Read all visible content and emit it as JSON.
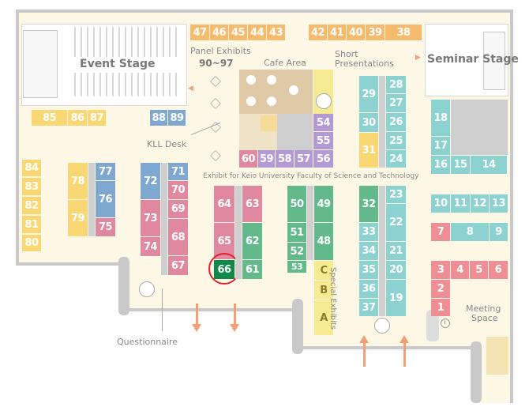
{
  "labels": {
    "event_stage": "Event Stage",
    "panel_exhibits": "Panel Exhibits",
    "panel_range": "90~97",
    "cafe_area": "Cafe Area",
    "short_presentations_1": "Short",
    "short_presentations_2": "Presentations",
    "seminar_stage": "Seminar Stage",
    "kll_desk": "KLL Desk",
    "keio_exhibit": "Exhibit for Keio University Faculty of Science and Technology",
    "special_exhibits": "Special Exhibits",
    "questionnaire": "Questionnaire",
    "meeting_1": "Meeting",
    "meeting_2": "Space",
    "info_glyph": "i",
    "arrow_left": "◀",
    "arrow_right": "▶"
  },
  "booths": {
    "b47": "47",
    "b46": "46",
    "b45": "45",
    "b44": "44",
    "b43": "43",
    "b42": "42",
    "b41": "41",
    "b40": "40",
    "b39": "39",
    "b38": "38",
    "b85": "85",
    "b86": "86",
    "b87": "87",
    "b88": "88",
    "b89": "89",
    "b84": "84",
    "b83": "83",
    "b82": "82",
    "b81": "81",
    "b80": "80",
    "b78": "78",
    "b79": "79",
    "b77": "77",
    "b76": "76",
    "b75": "75",
    "b72": "72",
    "b73": "73",
    "b74": "74",
    "b71": "71",
    "b70": "70",
    "b69": "69",
    "b68": "68",
    "b67": "67",
    "b64": "64",
    "b65": "65",
    "b66": "66",
    "b63": "63",
    "b62": "62",
    "b61": "61",
    "b60": "60",
    "b59": "59",
    "b58": "58",
    "b57": "57",
    "b56": "56",
    "b55": "55",
    "b54": "54",
    "b50": "50",
    "b51": "51",
    "b52": "52",
    "b53": "53",
    "b49": "49",
    "b48": "48",
    "bC": "C",
    "bB": "B",
    "bA": "A",
    "b31": "31",
    "b30": "30",
    "b29": "29",
    "b28": "28",
    "b27": "27",
    "b26": "26",
    "b25": "25",
    "b24": "24",
    "b32": "32",
    "b33": "33",
    "b34": "34",
    "b35": "35",
    "b36": "36",
    "b37": "37",
    "b23": "23",
    "b22": "22",
    "b21": "21",
    "b20": "20",
    "b19": "19",
    "b18": "18",
    "b17": "17",
    "b16": "16",
    "b15": "15",
    "b14": "14",
    "b10": "10",
    "b11": "11",
    "b12": "12",
    "b13": "13",
    "b7": "7",
    "b8": "8",
    "b9": "9",
    "b3": "3",
    "b4": "4",
    "b5": "5",
    "b6": "6",
    "b2": "2",
    "b1": "1"
  },
  "colors": {
    "yellow": "#f8d774",
    "orange": "#f6ba6c",
    "blue": "#7ea8cf",
    "pink": "#e0889f",
    "green": "#63b98c",
    "teal": "#8bd2d1",
    "purple": "#b39ad5",
    "salmon": "#ef8f95",
    "highlight": "#0f8a4a",
    "highlight_ring": "#e0242b",
    "arrow": "#f0a077"
  },
  "highlighted_booth": "66"
}
